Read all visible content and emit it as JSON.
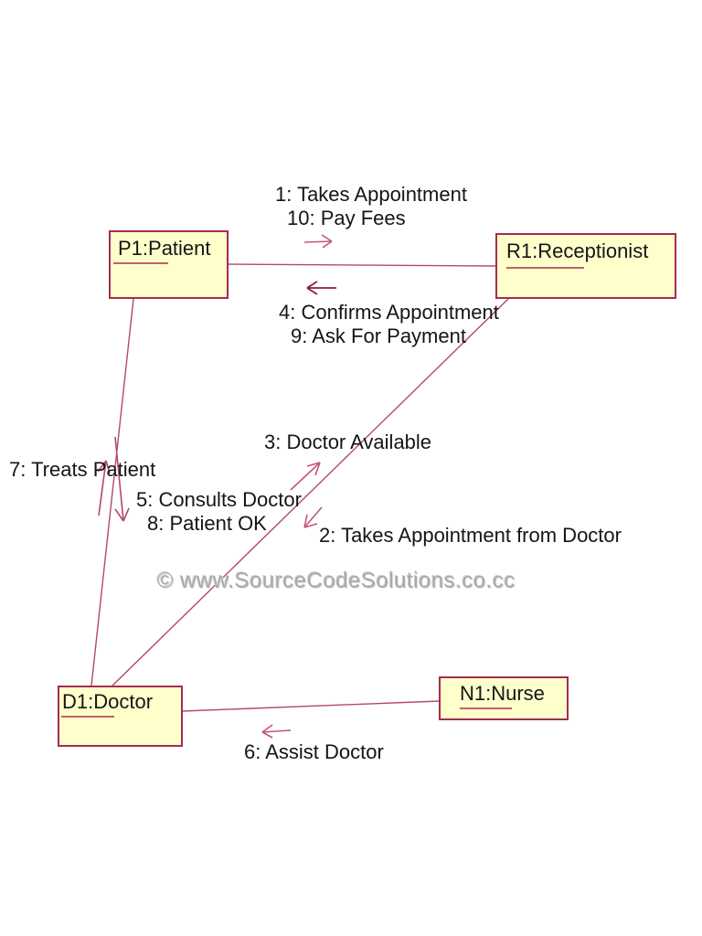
{
  "watermark": "© www.SourceCodeSolutions.co.cc",
  "objects": {
    "p1": {
      "label": "P1:Patient"
    },
    "r1": {
      "label": "R1:Receptionist"
    },
    "d1": {
      "label": "D1:Doctor"
    },
    "n1": {
      "label": "N1:Nurse"
    }
  },
  "messages": {
    "m1": {
      "label": "1: Takes Appointment",
      "arrow": "right-arrow"
    },
    "m10": {
      "label": "10: Pay Fees",
      "arrow": "right-arrow"
    },
    "m4": {
      "label": "4: Confirms Appointment",
      "arrow": "left-arrow"
    },
    "m9": {
      "label": "9: Ask For Payment",
      "arrow": "left-arrow"
    },
    "m3": {
      "label": "3: Doctor Available",
      "arrow": "up-right-arrow"
    },
    "m7": {
      "label": "7: Treats Patient",
      "arrow": "up-arrow"
    },
    "m5": {
      "label": "5: Consults Doctor",
      "arrow": "down-arrow"
    },
    "m8": {
      "label": "8: Patient OK",
      "arrow": "down-arrow"
    },
    "m2": {
      "label": "2: Takes Appointment from Doctor",
      "arrow": "down-left-arrow"
    },
    "m6": {
      "label": "6: Assist Doctor",
      "arrow": "left-arrow"
    }
  },
  "colors": {
    "object_fill": "#FFFFCC",
    "object_border": "#A32C52",
    "link_line": "#B34A66",
    "arrow_pink": "#C25578",
    "arrow_dark": "#8E1C46",
    "text": "#151515",
    "watermark_gray": "#A8A8A8"
  }
}
